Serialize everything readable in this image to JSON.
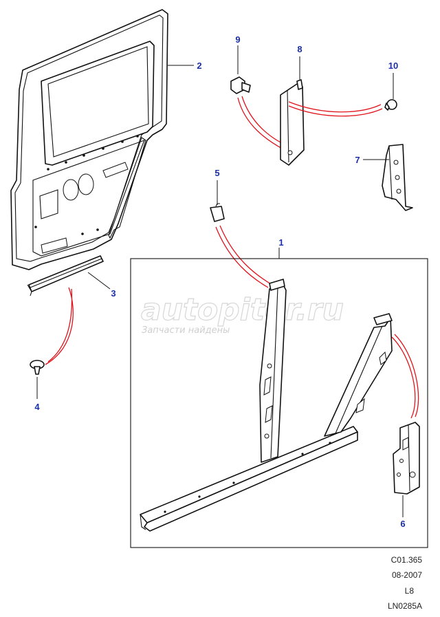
{
  "callouts": [
    {
      "number": "1",
      "part": "side-frame-assembly"
    },
    {
      "number": "2",
      "part": "rear-side-door"
    },
    {
      "number": "3",
      "part": "door-sill-strip"
    },
    {
      "number": "4",
      "part": "push-clip"
    },
    {
      "number": "5",
      "part": "small-bracket"
    },
    {
      "number": "6",
      "part": "pillar-reinforcement"
    },
    {
      "number": "7",
      "part": "mounting-bracket"
    },
    {
      "number": "8",
      "part": "pillar-bracket"
    },
    {
      "number": "9",
      "part": "bolt"
    },
    {
      "number": "10",
      "part": "clip"
    }
  ],
  "watermark": {
    "logo_text": "autopiter.ru",
    "tagline": "Запчасти найдены"
  },
  "reference": {
    "code": "C01.365",
    "date": "08-2007",
    "model": "L8",
    "drawing": "LN0285A"
  },
  "colors": {
    "callout_blue": "#1b2fa8",
    "path_red": "#e0141c",
    "line_black": "#111111"
  }
}
